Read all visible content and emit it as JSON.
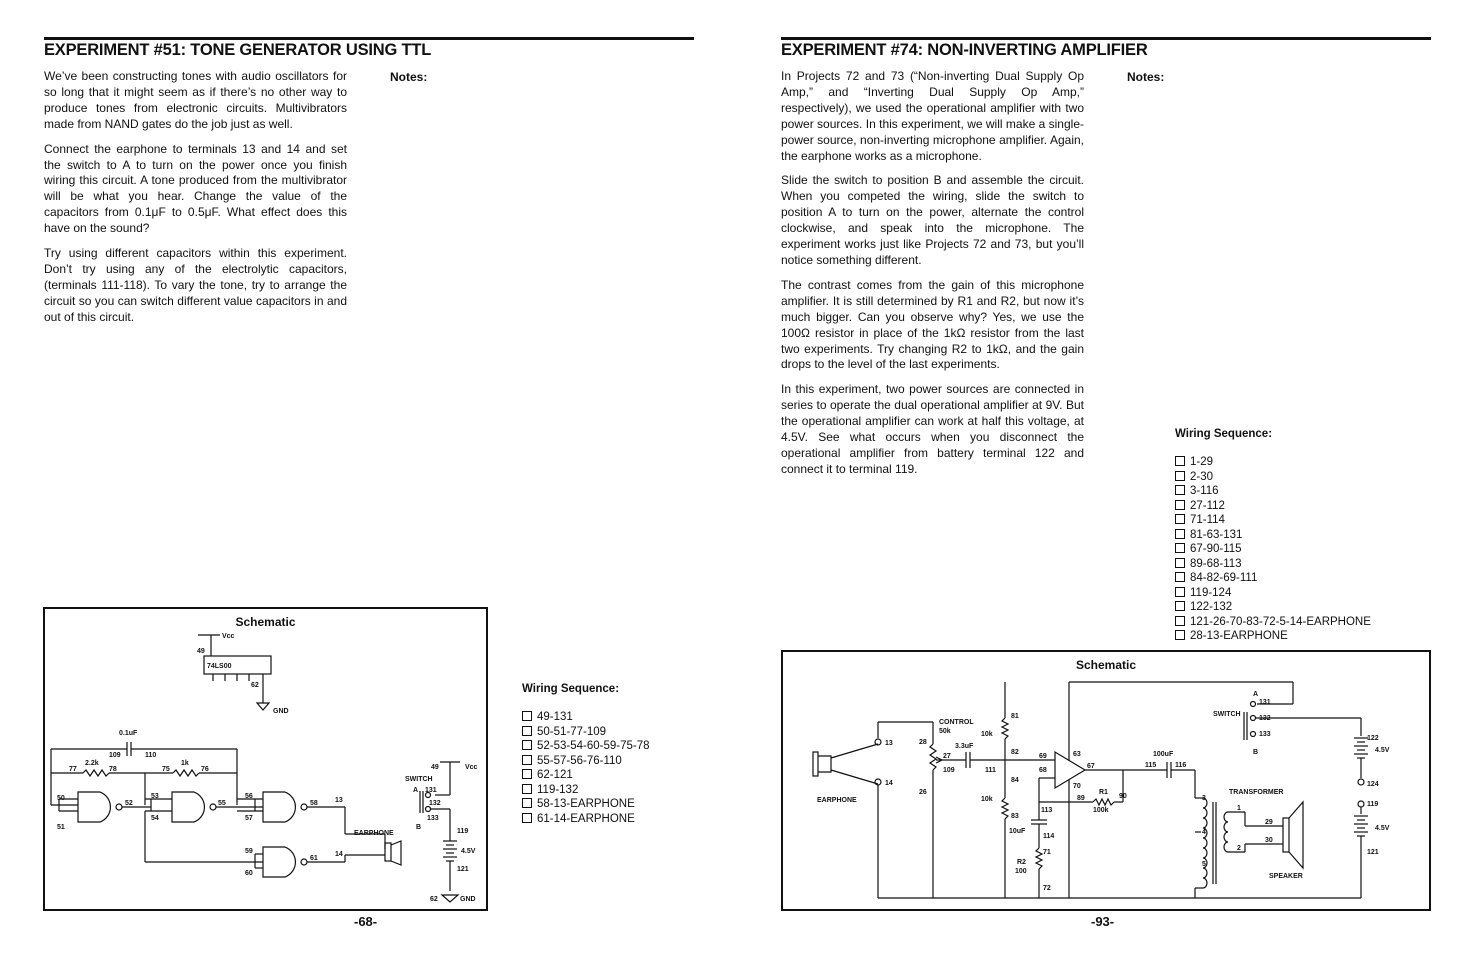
{
  "left_page": {
    "title": "EXPERIMENT #51:  TONE GENERATOR USING TTL",
    "paragraphs": [
      "We’ve been constructing tones with audio oscillators for so long that it might seem as if there’s no other way to produce tones from electronic circuits. Multivibrators made from NAND gates do the job just as well.",
      "Connect the earphone to terminals 13 and 14 and set the switch to A to turn on the power once you finish wiring this circuit.  A tone produced from the multivibrator will be what you hear. Change the value of the capacitors from 0.1μF to 0.5μF. What effect does this have on the sound?",
      "Try using different capacitors within this experiment. Don’t try using any of the electrolytic capacitors, (terminals 111-118).  To vary the tone, try to arrange the circuit so you can switch different value capacitors in and out of this circuit."
    ],
    "notes_label": "Notes:",
    "schematic_title": "Schematic",
    "schematic_labels": {
      "vcc": "Vcc",
      "t49": "49",
      "ic": "74LS00",
      "t62": "62",
      "gnd": "GND",
      "cap": "0.1uF",
      "t109": "109",
      "t110": "110",
      "r1": "2.2k",
      "t77": "77",
      "t78": "78",
      "r2": "1k",
      "t75": "75",
      "t76": "76",
      "t50": "50",
      "t51": "51",
      "t52": "52",
      "t53": "53",
      "t54": "54",
      "t55": "55",
      "t56": "56",
      "t57": "57",
      "t58": "58",
      "t59": "59",
      "t60": "60",
      "t61": "61",
      "t13": "13",
      "t14": "14",
      "earphone": "EARPHONE",
      "switch": "SWITCH",
      "a": "A",
      "b": "B",
      "t131": "131",
      "t132": "132",
      "t133": "133",
      "t49b": "49",
      "vcc2": "Vcc",
      "t119": "119",
      "batt": "4.5V",
      "t121": "121",
      "t62b": "62",
      "gnd2": "GND"
    },
    "wiring_title": "Wiring Sequence:",
    "wiring": [
      "49-131",
      "50-51-77-109",
      "52-53-54-60-59-75-78",
      "55-57-56-76-110",
      "62-121",
      "119-132",
      "58-13-EARPHONE",
      "61-14-EARPHONE"
    ],
    "page_number": "-68-"
  },
  "right_page": {
    "title": "EXPERIMENT #74:  NON-INVERTING AMPLIFIER",
    "paragraphs": [
      "In Projects 72 and 73 (“Non-inverting Dual Supply Op Amp,” and “Inverting Dual Supply Op Amp,” respectively), we used the operational amplifier with two power sources. In this experiment, we will make a single-power source, non-inverting microphone amplifier. Again, the earphone works as a microphone.",
      "Slide the switch to position B and assemble the circuit. When you competed the wiring, slide the switch to position A to turn on the power, alternate the control clockwise, and speak into the microphone. The experiment works just like Projects 72 and 73, but you’ll notice something different.",
      "The contrast comes from the gain of this microphone amplifier. It is still determined by R1 and R2, but now it’s much bigger. Can you observe why? Yes, we use the 100Ω resistor in place of the 1kΩ resistor from the last two experiments. Try changing R2 to 1kΩ, and the gain drops to the level of the last experiments.",
      "In this experiment, two power sources are connected in series to operate the dual operational amplifier at 9V. But the operational amplifier can work at half this voltage, at 4.5V. See what occurs when you disconnect the operational amplifier from battery terminal 122 and connect it to terminal 119."
    ],
    "notes_label": "Notes:",
    "wiring_title": "Wiring Sequence:",
    "wiring": [
      "1-29",
      "2-30",
      "3-116",
      "27-112",
      "71-114",
      "81-63-131",
      "67-90-115",
      "89-68-113",
      "84-82-69-111",
      "119-124",
      "122-132",
      "121-26-70-83-72-5-14-EARPHONE",
      "28-13-EARPHONE"
    ],
    "schematic_title": "Schematic",
    "schematic_labels": {
      "t13": "13",
      "t14": "14",
      "earphone": "EARPHONE",
      "control": "CONTROL",
      "control_val": "50k",
      "t28": "28",
      "t27": "27",
      "t26": "26",
      "cap1": "3.3uF",
      "t109": "109",
      "t111": "111",
      "t81": "81",
      "r10k_a": "10k",
      "t82": "82",
      "t84": "84",
      "r10k_b": "10k",
      "t83": "83",
      "cap2": "10uF",
      "t113": "113",
      "t114": "114",
      "r2": "R2",
      "r2_val": "100",
      "t71": "71",
      "t72": "72",
      "t69": "69",
      "t68": "68",
      "t63": "63",
      "t67": "67",
      "t70": "70",
      "t89": "89",
      "r1": "R1",
      "r1_val": "100k",
      "t90": "90",
      "cap3": "100uF",
      "t115": "115",
      "t116": "116",
      "switch": "SWITCH",
      "a": "A",
      "b": "B",
      "t131": "131",
      "t132": "132",
      "t133": "133",
      "transformer": "TRANSFORMER",
      "t3": "3",
      "t4": "4",
      "t5": "5",
      "t1": "1",
      "t2": "2",
      "t29": "29",
      "t30": "30",
      "speaker": "SPEAKER",
      "t122": "122",
      "batt1": "4.5V",
      "t124": "124",
      "t119": "119",
      "batt2": "4.5V",
      "t121": "121"
    },
    "page_number": "-93-"
  }
}
